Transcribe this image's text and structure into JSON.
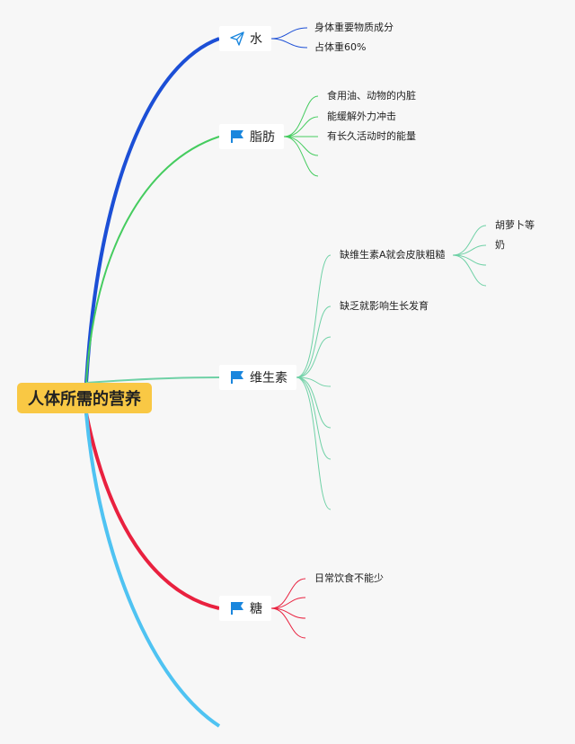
{
  "root": {
    "label": "人体所需的营养"
  },
  "branches": [
    {
      "label": "水",
      "icon": "paper-plane-icon",
      "color": "#1c4fd6",
      "leaves": [
        "身体重要物质成分",
        "占体重60%"
      ]
    },
    {
      "label": "脂肪",
      "icon": "flag-icon",
      "color": "#45cc5f",
      "leaves": [
        "食用油、动物的内脏",
        "能缓解外力冲击",
        "有长久活动时的能量"
      ]
    },
    {
      "label": "维生素",
      "icon": "flag-icon",
      "color": "#6fd1a6",
      "leaves": [
        "缺维生素A就会皮肤粗糙",
        "缺乏就影响生长发育"
      ],
      "subleaves": [
        "胡萝卜等",
        "奶"
      ]
    },
    {
      "label": "糖",
      "icon": "flag-icon",
      "color": "#e9213f",
      "leaves": [
        "日常饮食不能少"
      ]
    }
  ],
  "colors": {
    "fifth_branch": "#4fc3f2",
    "flag": "#1a86dd",
    "root_bg": "#f9c844"
  }
}
